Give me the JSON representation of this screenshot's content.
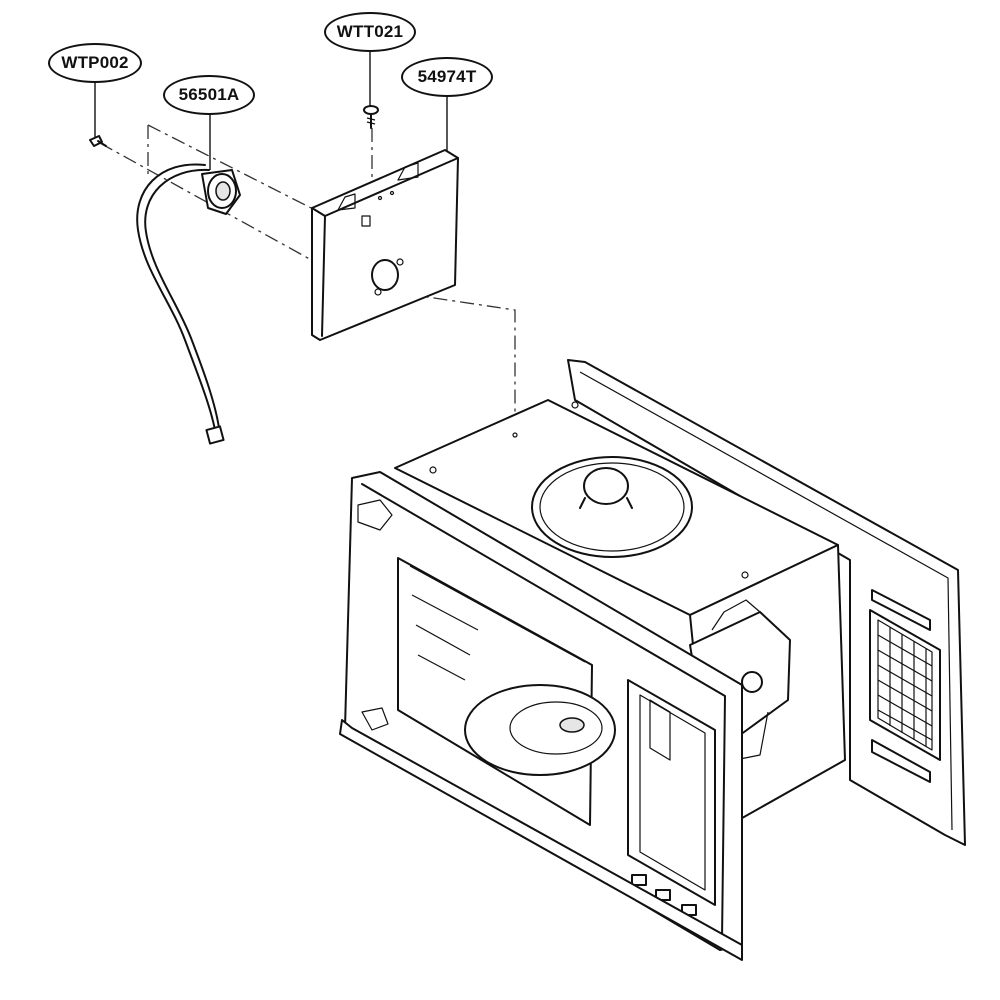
{
  "diagram": {
    "callouts": [
      {
        "id": "wtp002",
        "label": "WTP002"
      },
      {
        "id": "56501a",
        "label": "56501A"
      },
      {
        "id": "wtt021",
        "label": "WTT021"
      },
      {
        "id": "54974t",
        "label": "54974T"
      }
    ]
  }
}
